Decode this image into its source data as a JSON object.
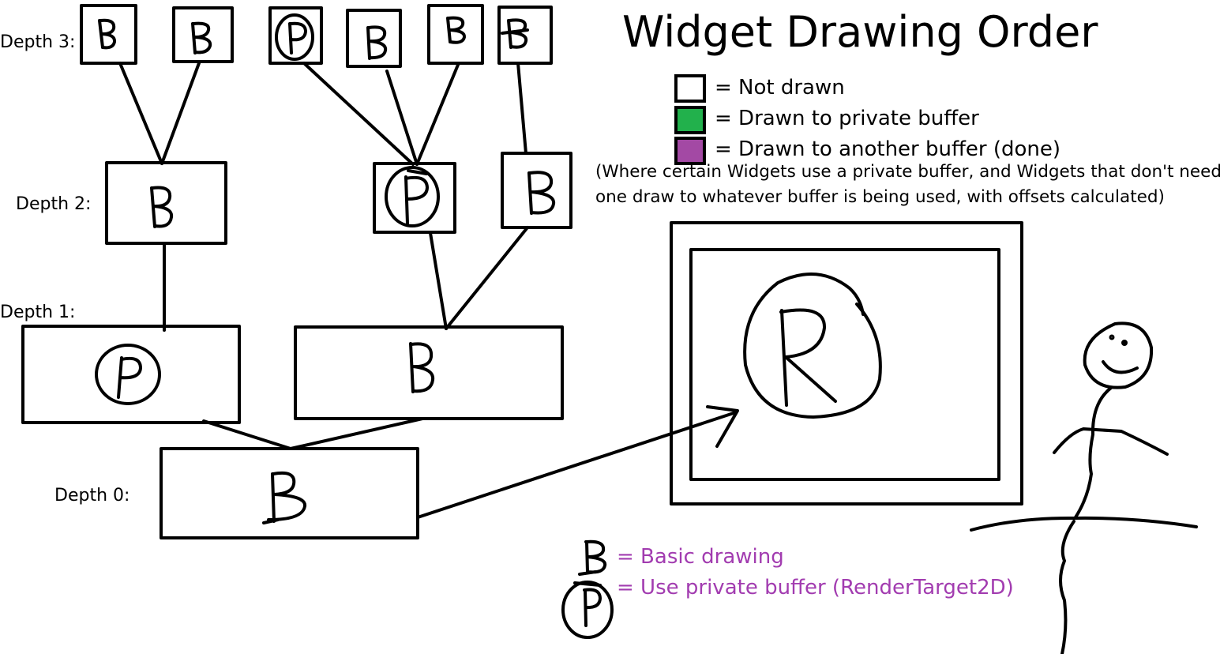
{
  "title": "Widget Drawing Order",
  "depth_labels": {
    "depth3": "Depth 3:",
    "depth2": "Depth 2:",
    "depth1": "Depth 1:",
    "depth0": "Depth 0:"
  },
  "legend": {
    "not_drawn": "= Not drawn",
    "private_buffer": "= Drawn to private buffer",
    "another_buffer": "= Drawn to another buffer (done)",
    "colors": {
      "not_drawn": "#ffffff",
      "private_buffer": "#22b14c",
      "another_buffer": "#a349a4"
    }
  },
  "note": {
    "line1": "(Where certain Widgets use a private buffer, and Widgets that don't need",
    "line2": "one draw to whatever buffer is being used, with offsets calculated)"
  },
  "key": {
    "basic": "= Basic drawing",
    "private": "= Use private buffer (RenderTarget2D)",
    "color": "#a23cb0"
  },
  "node_letters": {
    "basic": "B",
    "private": "P",
    "render_target": "R"
  }
}
